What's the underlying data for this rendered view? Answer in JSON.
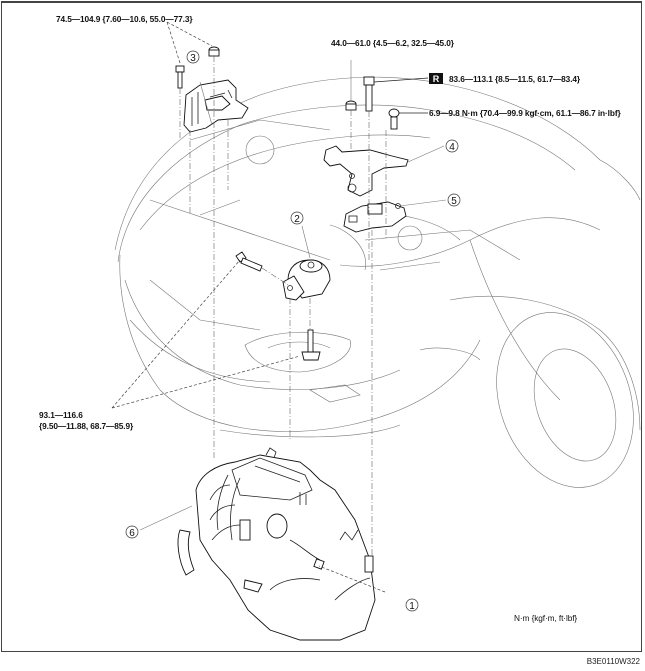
{
  "figure": {
    "code": "B3E0110W322",
    "units_note": "N·m {kgf·m, ft·lbf}",
    "torque_specs": {
      "mount3_fasteners": "74.5—104.9 {7.60—10.6, 55.0—77.3}",
      "nut_upper": "44.0—61.0 {4.5—6.2, 32.5—45.0}",
      "bolt_replace_badge": "R",
      "bolt_replace": "83.6—113.1 {8.5—11.5, 61.7—83.4}",
      "small_bolt": "6.9—9.8 N·m {70.4—99.9 kgf·cm, 61.1—86.7 in·lbf}",
      "mount2_bolts_line1": "93.1—116.6",
      "mount2_bolts_line2": "{9.50—11.88, 68.7—85.9}"
    },
    "callouts": [
      {
        "number": "1",
        "part": "engine-wiring-connector"
      },
      {
        "number": "2",
        "part": "engine-mount-no2"
      },
      {
        "number": "3",
        "part": "engine-mount-no3"
      },
      {
        "number": "4",
        "part": "engine-mount-bracket"
      },
      {
        "number": "5",
        "part": "engine-mount-no1"
      },
      {
        "number": "6",
        "part": "engine-assembly"
      }
    ]
  }
}
